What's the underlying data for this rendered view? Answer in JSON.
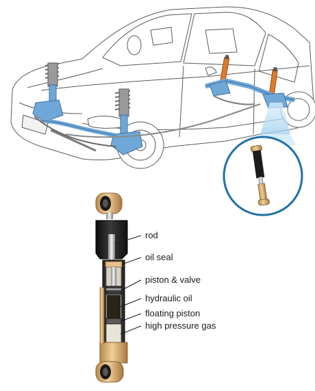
{
  "diagram": {
    "labels": {
      "rod": "rod",
      "oil_seal": "oil seal",
      "piston_valve": "piston & valve",
      "hydraulic_oil": "hydraulic oil",
      "floating_piston": "floating piston",
      "high_pressure_gas": "high pressure gas"
    },
    "colors": {
      "car_body": "#ffffff",
      "car_outline": "#5a5a5a",
      "suspension_blue": "#6fa8d8",
      "spring_gray": "#8a8a8a",
      "shock_black": "#1c1c1c",
      "bushing_tan": "#d9b27a",
      "shock_orange": "#e07a2a",
      "callout_circle": "#1f6fa8",
      "callout_beam": "#bfe0f3",
      "oil_dark": "#2a2418",
      "gas_light": "#e9e4d9"
    }
  }
}
